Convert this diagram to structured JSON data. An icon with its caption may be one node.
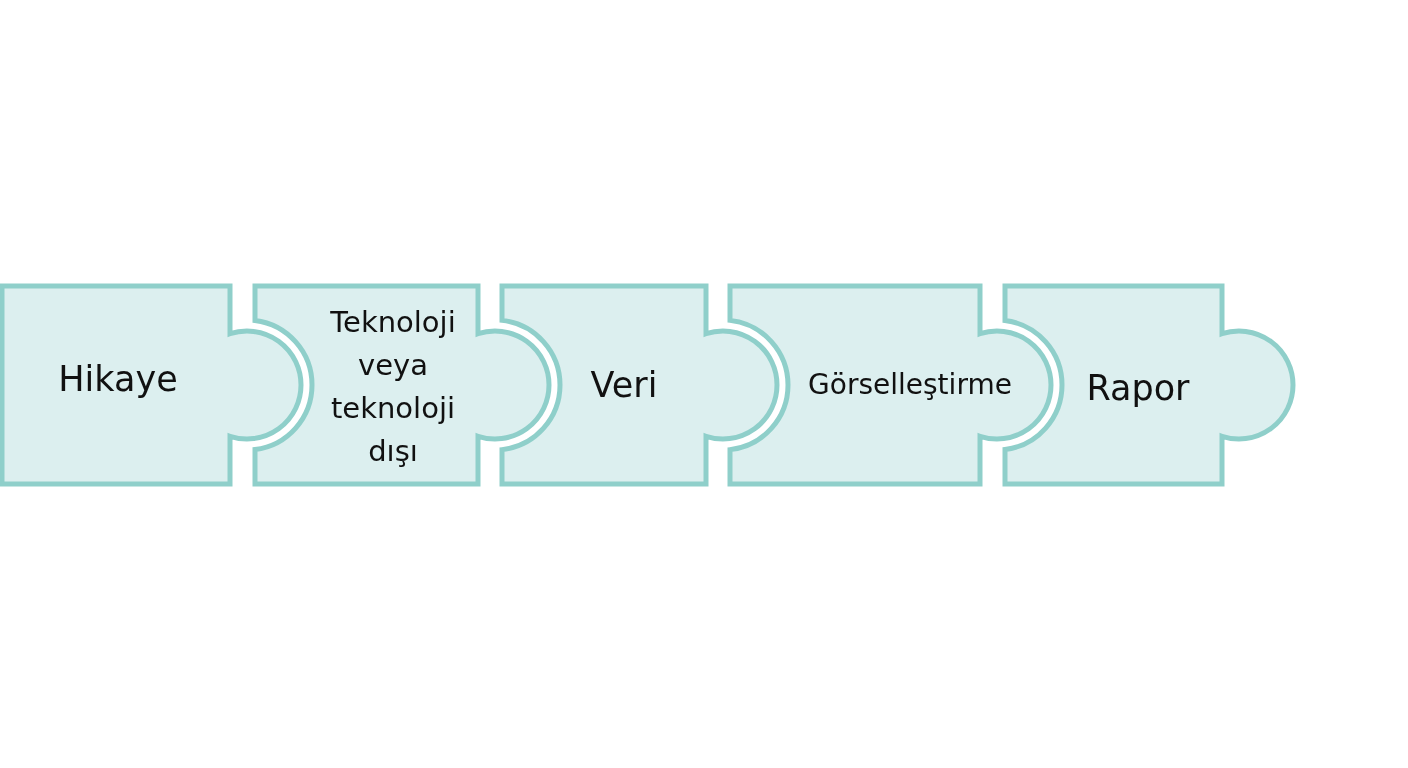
{
  "diagram": {
    "nodes": [
      {
        "text": [
          "Hikaye"
        ]
      },
      {
        "text": [
          "Teknoloji veya teknoloji dışı"
        ]
      },
      {
        "text": [
          "Veri"
        ]
      },
      {
        "text": [
          "Görselleştirme"
        ]
      },
      {
        "text": [
          "Rapor"
        ]
      }
    ]
  }
}
